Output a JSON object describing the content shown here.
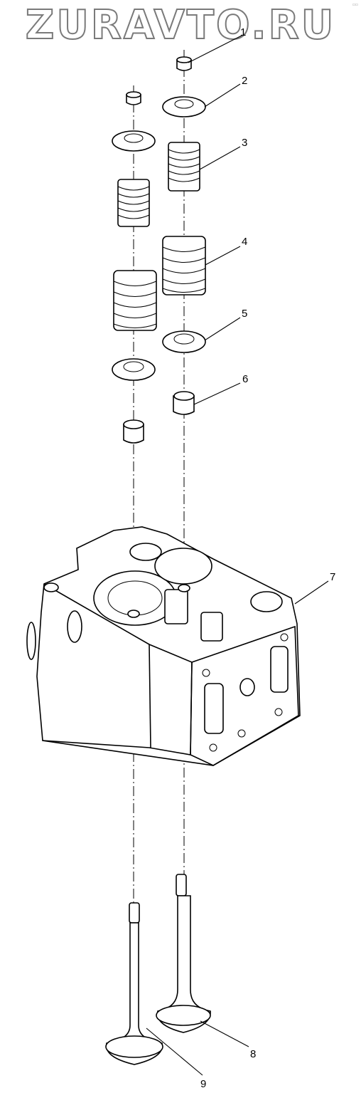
{
  "watermark": "ZURAVTO.RU",
  "corner_mark": "▫▫",
  "diagram": {
    "callouts": [
      {
        "label": "1",
        "part": "valve-stem-seal-cap"
      },
      {
        "label": "2",
        "part": "spring-retainer"
      },
      {
        "label": "3",
        "part": "inner-valve-spring"
      },
      {
        "label": "4",
        "part": "outer-valve-spring"
      },
      {
        "label": "5",
        "part": "spring-seat-washer"
      },
      {
        "label": "6",
        "part": "valve-guide-seal"
      },
      {
        "label": "7",
        "part": "cylinder-head"
      },
      {
        "label": "8",
        "part": "intake-valve"
      },
      {
        "label": "9",
        "part": "exhaust-valve"
      }
    ]
  }
}
